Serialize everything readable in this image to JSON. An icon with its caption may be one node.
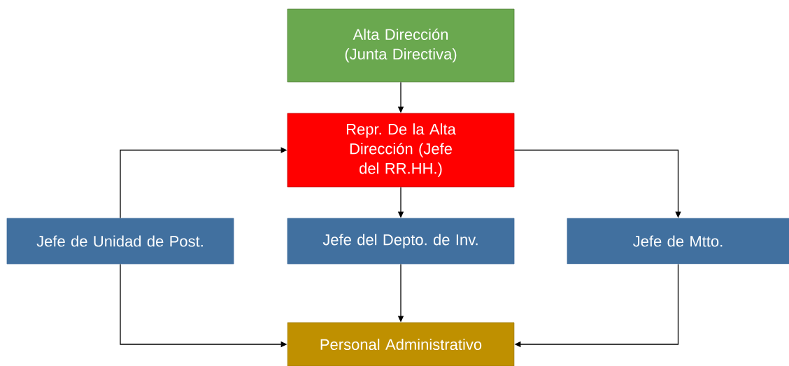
{
  "diagram": {
    "nodes": [
      {
        "text": [
          "Alta Dirección (Junta Directiva)"
        ]
      },
      {
        "text": [
          "Repr. De la Alta Dirección (Jefe del RR.HH.)"
        ]
      },
      {
        "text": [
          "Jefe de Unidad de Post."
        ]
      },
      {
        "text": [
          "Jefe del Depto. de Inv."
        ]
      },
      {
        "text": [
          "Jefe de Mtto."
        ]
      },
      {
        "text": [
          "Personal Administrativo"
        ]
      }
    ],
    "edges": [
      {
        "from": 0,
        "to": 1,
        "arrow": "to"
      },
      {
        "from": 2,
        "to": 1,
        "arrow": "to"
      },
      {
        "from": 1,
        "to": 4,
        "arrow": "to"
      },
      {
        "from": 1,
        "to": 3,
        "arrow": "to"
      },
      {
        "from": 3,
        "to": 5,
        "arrow": "to"
      },
      {
        "from": 2,
        "to": 5,
        "arrow": "to"
      },
      {
        "from": 4,
        "to": 5,
        "arrow": "to"
      }
    ]
  }
}
